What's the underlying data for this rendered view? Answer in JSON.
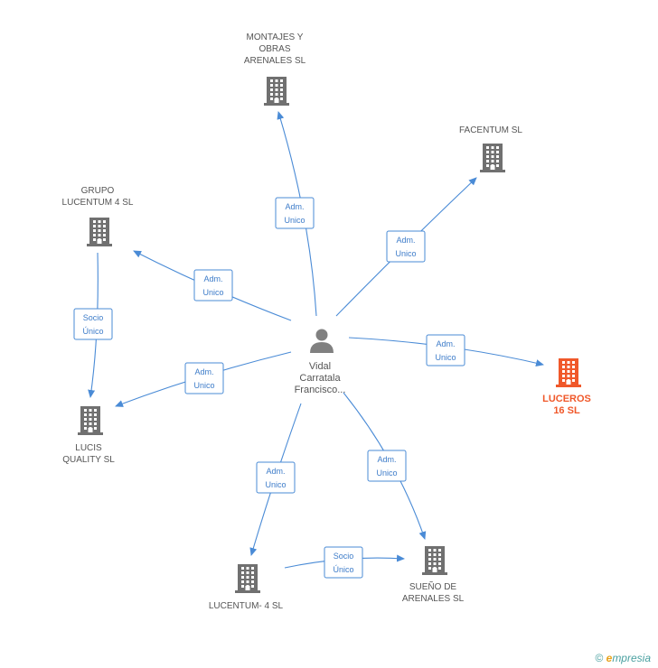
{
  "colors": {
    "edge": "#4a8bd6",
    "company": "#707070",
    "highlight": "#f0582a",
    "person": "#808080"
  },
  "person": {
    "id": "vidal",
    "lines": [
      "Vidal",
      "Carratala",
      "Francisco..."
    ]
  },
  "companies": [
    {
      "id": "montajes",
      "lines": [
        "MONTAJES Y",
        "OBRAS",
        "ARENALES SL"
      ],
      "highlight": false
    },
    {
      "id": "facentum",
      "lines": [
        "FACENTUM SL"
      ],
      "highlight": false
    },
    {
      "id": "grupo",
      "lines": [
        "GRUPO",
        "LUCENTUM 4 SL"
      ],
      "highlight": false
    },
    {
      "id": "luceros",
      "lines": [
        "LUCEROS",
        "16 SL"
      ],
      "highlight": true
    },
    {
      "id": "lucis",
      "lines": [
        "LUCIS",
        "QUALITY SL"
      ],
      "highlight": false
    },
    {
      "id": "lucentum4",
      "lines": [
        "LUCENTUM- 4 SL"
      ],
      "highlight": false
    },
    {
      "id": "sueno",
      "lines": [
        "SUEÑO DE",
        "ARENALES SL"
      ],
      "highlight": false
    }
  ],
  "edges": [
    {
      "from": "vidal",
      "to": "montajes",
      "label": [
        "Adm.",
        "Unico"
      ]
    },
    {
      "from": "vidal",
      "to": "facentum",
      "label": [
        "Adm.",
        "Unico"
      ]
    },
    {
      "from": "vidal",
      "to": "grupo",
      "label": [
        "Adm.",
        "Unico"
      ]
    },
    {
      "from": "vidal",
      "to": "luceros",
      "label": [
        "Adm.",
        "Unico"
      ]
    },
    {
      "from": "vidal",
      "to": "lucis",
      "label": [
        "Adm.",
        "Unico"
      ]
    },
    {
      "from": "vidal",
      "to": "lucentum4",
      "label": [
        "Adm.",
        "Unico"
      ]
    },
    {
      "from": "vidal",
      "to": "sueno",
      "label": [
        "Adm.",
        "Unico"
      ]
    },
    {
      "from": "grupo",
      "to": "lucis",
      "label": [
        "Socio",
        "Único"
      ]
    },
    {
      "from": "lucentum4",
      "to": "sueno",
      "label": [
        "Socio",
        "Único"
      ]
    }
  ],
  "footer": {
    "copyright": "©",
    "brand_e": "e",
    "brand_rest": "mpresia"
  }
}
